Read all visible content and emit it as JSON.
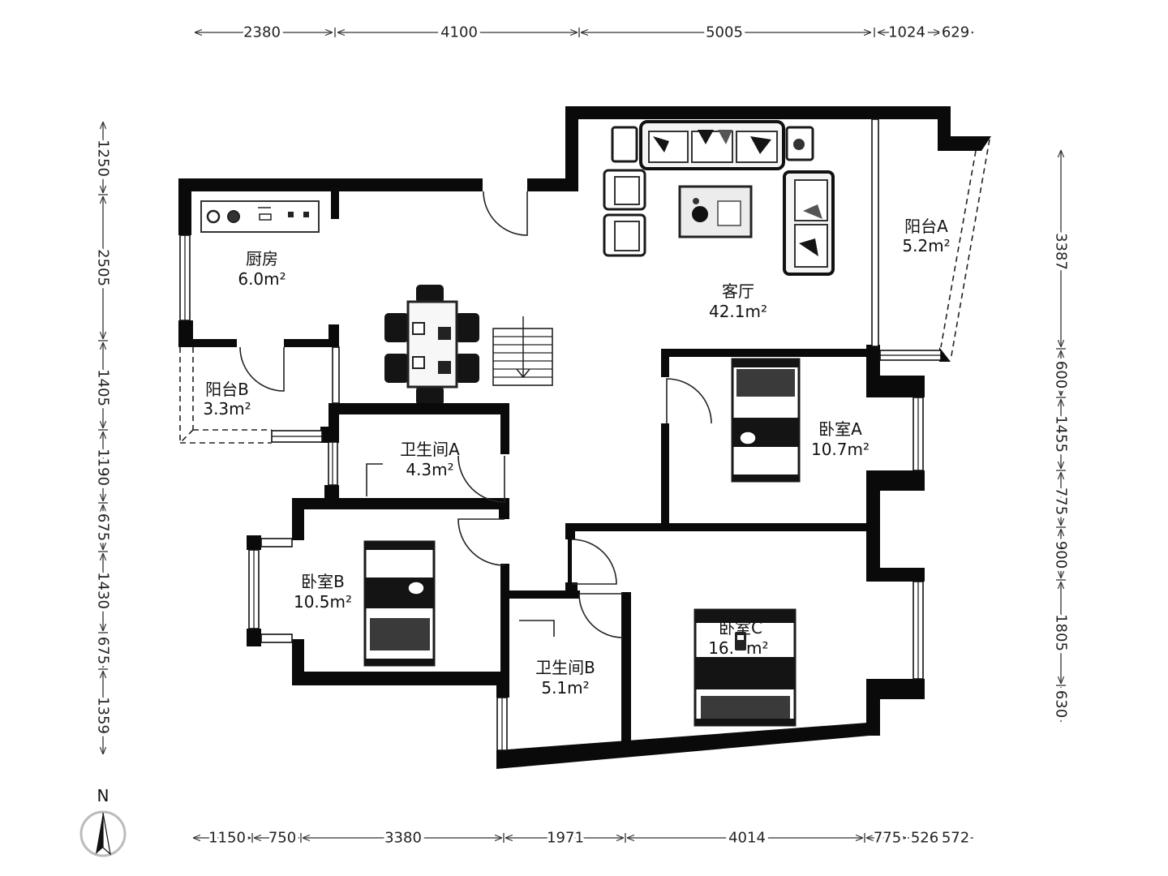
{
  "rooms": {
    "kitchen": {
      "name": "厨房",
      "area": "6.0m²"
    },
    "living_room": {
      "name": "客厅",
      "area": "42.1m²"
    },
    "balcony_a": {
      "name": "阳台A",
      "area": "5.2m²"
    },
    "balcony_b": {
      "name": "阳台B",
      "area": "3.3m²"
    },
    "bathroom_a": {
      "name": "卫生间A",
      "area": "4.3m²"
    },
    "bathroom_b": {
      "name": "卫生间B",
      "area": "5.1m²"
    },
    "bedroom_a": {
      "name": "卧室A",
      "area": "10.7m²"
    },
    "bedroom_b": {
      "name": "卧室B",
      "area": "10.5m²"
    },
    "bedroom_c": {
      "name": "卧室C",
      "area_start": "16.",
      "area_end": "m²"
    }
  },
  "dimensions": {
    "top": [
      "2380",
      "4100",
      "5005",
      "1024",
      "629"
    ],
    "bottom": [
      "1150",
      "750",
      "3380",
      "1971",
      "4014",
      "775",
      "526",
      "572"
    ],
    "left": [
      "1250",
      "2505",
      "1405",
      "1190",
      "675",
      "1430",
      "675",
      "1359"
    ],
    "right": [
      "3387",
      "600",
      "1455",
      "775",
      "900",
      "1805",
      "630"
    ]
  },
  "compass": {
    "label": "N"
  },
  "colors": {
    "wall": "#0a0a0a",
    "background": "#ffffff",
    "dimension_line": "#333333"
  }
}
